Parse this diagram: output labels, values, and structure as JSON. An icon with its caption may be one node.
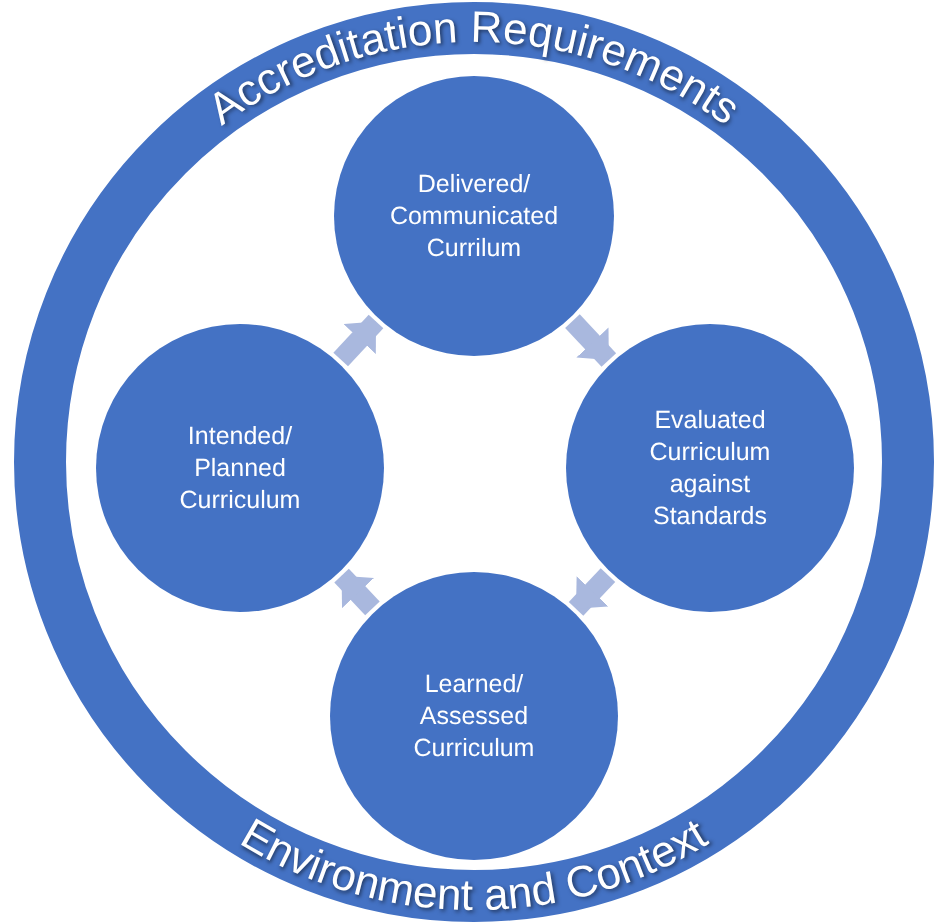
{
  "diagram": {
    "nodes": [
      {
        "text": [
          "Accreditation Requirements",
          "Environment and Context"
        ]
      },
      {
        "text": [
          "Delivered/ Communicated Currilum"
        ],
        "in": 0
      },
      {
        "text": [
          "Intended/ Planned Curriculum"
        ],
        "in": 0
      },
      {
        "text": [
          "Evaluated Curriculum against Standards"
        ],
        "in": 0
      },
      {
        "text": [
          "Learned/ Assessed Curriculum"
        ],
        "in": 0
      }
    ],
    "edges": [
      {
        "from": 2,
        "to": 1,
        "arrow": "to"
      },
      {
        "from": 1,
        "to": 3,
        "arrow": "to"
      },
      {
        "from": 3,
        "to": 4,
        "arrow": "to"
      },
      {
        "from": 4,
        "to": 2,
        "arrow": "to"
      }
    ]
  }
}
